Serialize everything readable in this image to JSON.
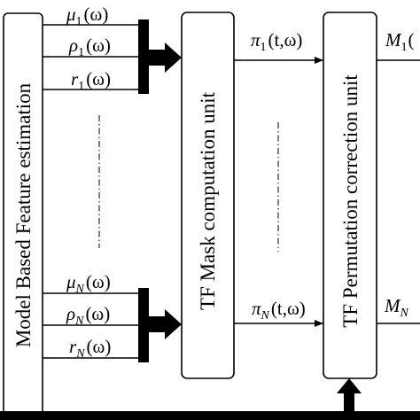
{
  "blocks": {
    "feature_estimation": {
      "label": "Model Based Feature estimation"
    },
    "mask_computation": {
      "label": "TF Mask computation unit"
    },
    "permutation_correction": {
      "label": "TF Permutation correction unit"
    }
  },
  "signals": {
    "features_1": {
      "mu": {
        "sym": "μ",
        "sub": "1",
        "arg": "(ω)"
      },
      "rho": {
        "sym": "ρ",
        "sub": "1",
        "arg": "(ω)"
      },
      "r": {
        "sym": "r",
        "sub": "1",
        "arg": "(ω)"
      }
    },
    "features_N": {
      "mu": {
        "sym": "μ",
        "sub": "N",
        "arg": "(ω)"
      },
      "rho": {
        "sym": "ρ",
        "sub": "N",
        "arg": "(ω)"
      },
      "r": {
        "sym": "r",
        "sub": "N",
        "arg": "(ω)"
      }
    },
    "pi_1": {
      "sym": "π",
      "sub": "1",
      "arg": "(t,ω)"
    },
    "pi_N": {
      "sym": "π",
      "sub": "N",
      "arg": "(t,ω)"
    },
    "M_1": {
      "sym": "M",
      "sub": "1",
      "arg": "("
    },
    "M_N": {
      "sym": "M",
      "sub": "N",
      "arg": ""
    }
  },
  "colors": {
    "stroke": "#000000",
    "background": "#ffffff"
  }
}
